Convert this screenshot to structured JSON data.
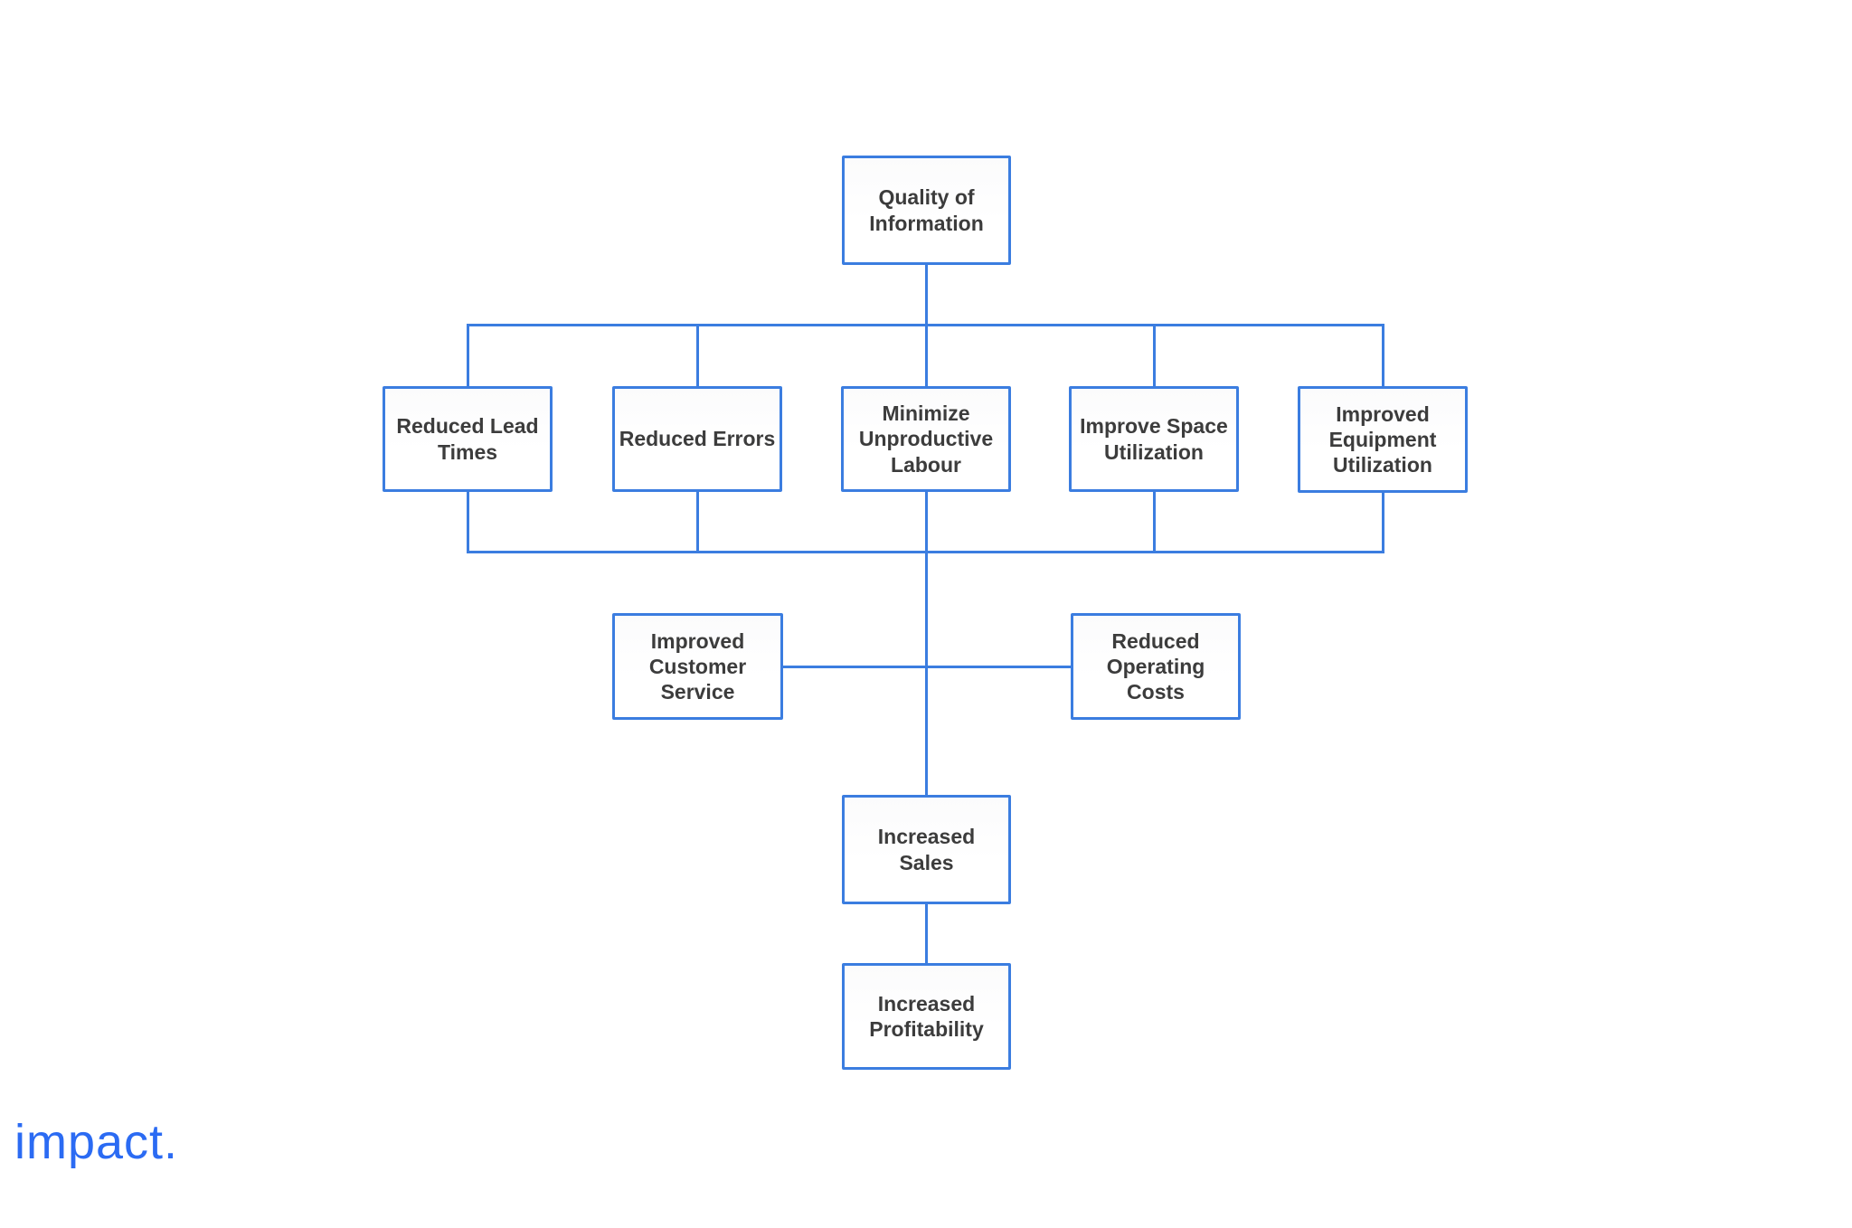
{
  "diagram": {
    "title": "Quality of Information benefits flowchart",
    "nodes": [
      {
        "id": "quality",
        "label": "Quality of Information"
      },
      {
        "id": "lead-times",
        "label": "Reduced Lead Times"
      },
      {
        "id": "errors",
        "label": "Reduced Errors"
      },
      {
        "id": "labour",
        "label": "Minimize Unproductive Labour"
      },
      {
        "id": "space",
        "label": "Improve Space Utilization"
      },
      {
        "id": "equipment",
        "label": "Improved Equipment Utilization"
      },
      {
        "id": "customer",
        "label": "Improved Customer Service"
      },
      {
        "id": "operating",
        "label": "Reduced Operating Costs"
      },
      {
        "id": "sales",
        "label": "Increased Sales"
      },
      {
        "id": "profitability",
        "label": "Increased Profitability"
      }
    ],
    "edges": [
      {
        "from": "quality",
        "to": "lead-times"
      },
      {
        "from": "quality",
        "to": "errors"
      },
      {
        "from": "quality",
        "to": "labour"
      },
      {
        "from": "quality",
        "to": "space"
      },
      {
        "from": "quality",
        "to": "equipment"
      },
      {
        "from": "row2-group",
        "to": "customer"
      },
      {
        "from": "row2-group",
        "to": "operating"
      },
      {
        "from": "row2-group",
        "to": "sales"
      },
      {
        "from": "sales",
        "to": "profitability"
      }
    ]
  },
  "logo": {
    "text": "impact."
  },
  "colors": {
    "accent": "#3b7de0",
    "text": "#3c3c3c",
    "logo": "#2b6bf3",
    "background": "#ffffff"
  }
}
